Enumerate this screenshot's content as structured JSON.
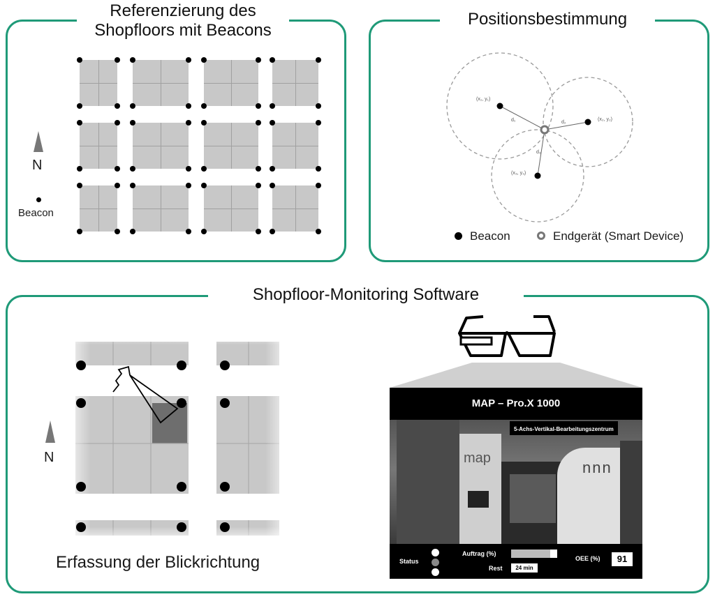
{
  "panel_referencing": {
    "title_line1": "Referenzierung des",
    "title_line2": "Shopfloors mit Beacons",
    "north_label": "N",
    "beacon_label": "Beacon"
  },
  "panel_positioning": {
    "title": "Positionsbestimmung",
    "coords": [
      "(x₁, y₁)",
      "(x₂, y₂)",
      "(x₃, y₃)"
    ],
    "distances": [
      "d₁",
      "d₂",
      "d₃"
    ],
    "legend_beacon": "Beacon",
    "legend_device": "Endgerät (Smart Device)"
  },
  "panel_software": {
    "title": "Shopfloor-Monitoring Software",
    "north_label": "N",
    "caption": "Erfassung der Blickrichtung",
    "screen": {
      "title": "MAP – Pro.X 1000",
      "subtitle": "5-Achs-Vertikal-Bearbeitungszentrum",
      "machine_logo": "map",
      "status_label": "Status",
      "order_label": "Auftrag (%)",
      "order_progress": 0.85,
      "rest_label": "Rest",
      "rest_value": "24 min",
      "oee_label": "OEE (%)",
      "oee_value": "91"
    }
  },
  "colors": {
    "frame": "#1f9a78",
    "tile": "#c8c8c8",
    "highlight_tile": "#6e6e6e",
    "beacon": "#000000"
  }
}
